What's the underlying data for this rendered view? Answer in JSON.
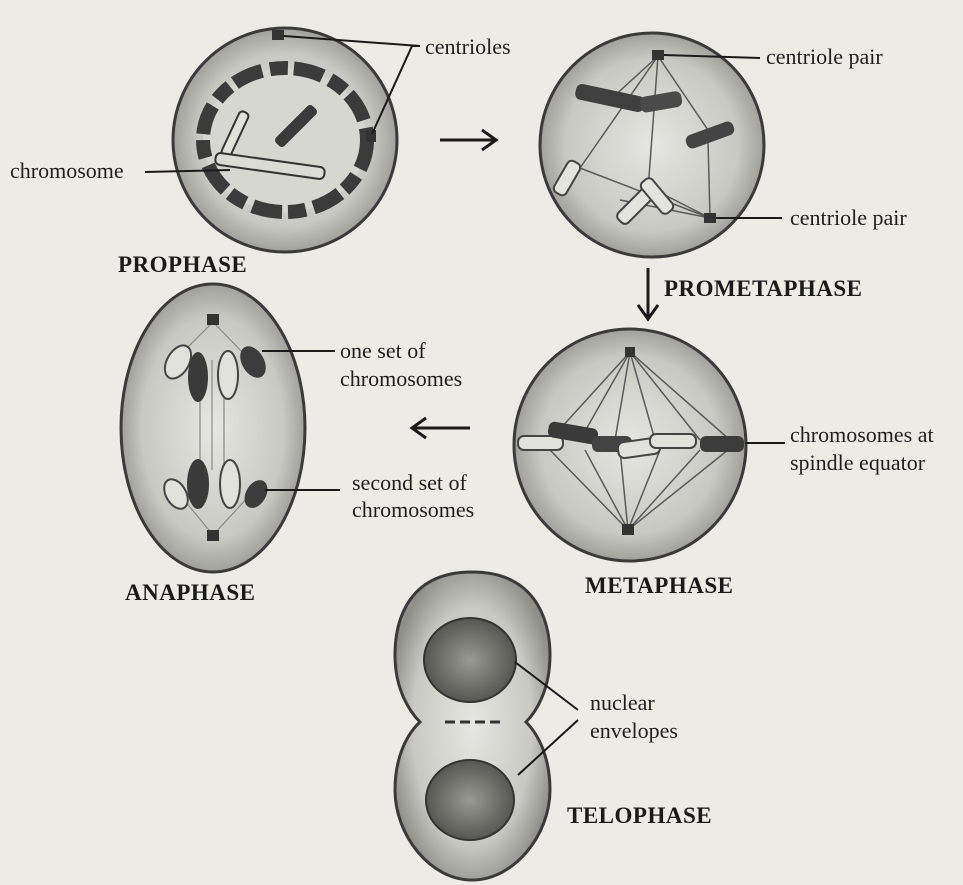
{
  "labels": {
    "centrioles": "centrioles",
    "chromosome": "chromosome",
    "centriole_pair_top": "centriole pair",
    "centriole_pair_bottom": "centriole pair",
    "one_set_line1": "one set of",
    "one_set_line2": "chromosomes",
    "second_set_line1": "second set of",
    "second_set_line2": "chromosomes",
    "equator_line1": "chromosomes at",
    "equator_line2": "spindle equator",
    "nuclear_line1": "nuclear",
    "nuclear_line2": "envelopes"
  },
  "phases": {
    "prophase": "PROPHASE",
    "prometaphase": "PROMETAPHASE",
    "metaphase": "METAPHASE",
    "anaphase": "ANAPHASE",
    "telophase": "TELOPHASE"
  },
  "colors": {
    "cell_fill": "#c8c8c4",
    "chromosome_dark": "#3e3e3e",
    "chromosome_light": "#dcdcd6",
    "line": "#1a1a1a"
  }
}
